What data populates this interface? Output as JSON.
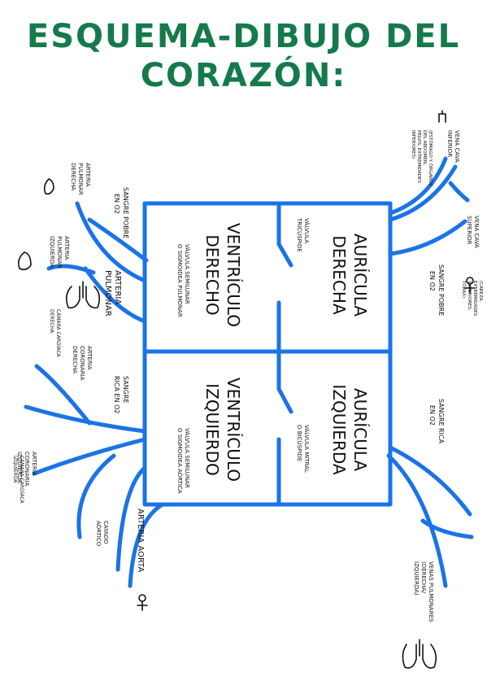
{
  "title": {
    "line1": "ESQUEMA-DIBUJO DEL",
    "line2": "CORAZÓN:"
  },
  "colors": {
    "title": "#157a4b",
    "vessels": "#1a73e8",
    "ink": "#111111"
  },
  "chambers": {
    "ra": [
      "AURÍCULA",
      "DERECHA"
    ],
    "rv": [
      "VENTRÍCULO",
      "DERECHO"
    ],
    "la": [
      "AURÍCULA",
      "IZQUIERDA"
    ],
    "lv": [
      "VENTRÍCULO",
      "IZQUIERDO"
    ]
  },
  "valves": {
    "tricuspid": [
      "VÁLVULA",
      "TRICÚSPIDE"
    ],
    "pulmonary": [
      "VÁLVULA SEMILUNAR",
      "O SIGMOIDEA PULMONAR"
    ],
    "mitral": [
      "VÁLVULA MITRAL",
      "O BICÚSPIDE"
    ],
    "aortic": [
      "VÁLVULA SEMILUNAR",
      "O SIGMOIDEA AÓRTICA"
    ]
  },
  "vessels": {
    "vc_inferior": [
      "VENA CAVA",
      "INFERIOR"
    ],
    "vc_inferior_note": [
      "(ESTÓMAGO Y ÓRGANOS",
      "DEL ABDOMEN,",
      "PELVIS, EXTREMIDADES",
      "INFERIORES)"
    ],
    "vc_superior": [
      "VENA CAVA",
      "SUPERIOR"
    ],
    "vc_superior_note": [
      "(CABEZA,",
      "EXTREMIDADES",
      "SUPERIORES,",
      "TÓRAX)"
    ],
    "pulmonary_artery": [
      "ARTERIA",
      "PULMONAR"
    ],
    "right_pulm": [
      "ARTERIA",
      "PULMONAR",
      "DERECHA"
    ],
    "left_pulm": [
      "ARTERIA",
      "PULMONAR",
      "IZQUIERDA"
    ],
    "right_coronary": [
      "ARTERIA",
      "CORONARIA",
      "DERECHA"
    ],
    "right_coronary_note": [
      "CÁMARA CARDÍACA",
      "DERECHA"
    ],
    "left_coronary": [
      "ARTERIA",
      "CORONARIA",
      "IZQUIERDA"
    ],
    "left_coronary_note": [
      "CÁMARA CARDÍACA",
      "IZQUIERDA"
    ],
    "aorta": "ARTERIA AORTA",
    "aortic_arch": [
      "CAYADO",
      "AÓRTICO"
    ],
    "pulmonary_veins": [
      "VENAS PULMONARES",
      "(DERECHA/",
      "IZQUIERDA)"
    ]
  },
  "blood": {
    "poor_top": [
      "SANGRE POBRE",
      "EN O2"
    ],
    "poor_right": [
      "SANGRE POBRE",
      "EN O2"
    ],
    "rich_left": [
      "SANGRE",
      "RICA EN O2"
    ],
    "rich_right": [
      "SANGRE RICA",
      "EN O2"
    ]
  }
}
